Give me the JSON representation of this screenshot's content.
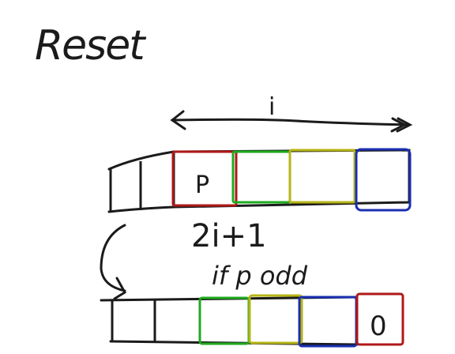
{
  "title": "Reset",
  "span_label": "i",
  "formula_label": "2i+1",
  "condition_label": "if p odd",
  "top_array": {
    "cells": [
      {
        "label": "",
        "outline": "#222222"
      },
      {
        "label": "",
        "outline": "#222222"
      },
      {
        "label": "P",
        "outline": "#b01818"
      },
      {
        "label": "",
        "outline": "#1faa1f"
      },
      {
        "label": "",
        "outline": "#b7b516"
      },
      {
        "label": "",
        "outline": "#1a2fb0"
      }
    ]
  },
  "bottom_array": {
    "cells": [
      {
        "label": "",
        "outline": "#222222"
      },
      {
        "label": "",
        "outline": "#222222"
      },
      {
        "label": "",
        "outline": "#1faa1f"
      },
      {
        "label": "",
        "outline": "#b7b516"
      },
      {
        "label": "",
        "outline": "#1a2fb0"
      },
      {
        "label": "0",
        "outline": "#b01818"
      }
    ]
  },
  "colors": {
    "ink": "#1b1b1b",
    "red": "#b01818",
    "green": "#1faa1f",
    "yellow": "#b7b516",
    "blue": "#1a2fb0"
  }
}
